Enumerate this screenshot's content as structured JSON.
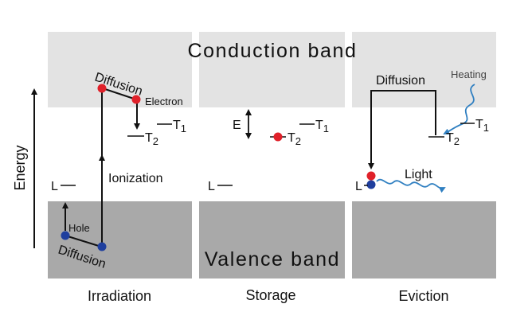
{
  "axis": {
    "label": "Energy"
  },
  "bands": {
    "conduction": "Conduction band",
    "valence": "Valence band"
  },
  "panels": {
    "irradiation": {
      "title": "Irradiation",
      "diffusion_top": "Diffusion",
      "diffusion_bottom": "Diffusion",
      "electron": "Electron",
      "hole": "Hole",
      "ionization": "Ionization",
      "level_L": "L",
      "level_T1": "T",
      "level_T1_sub": "1",
      "level_T2": "T",
      "level_T2_sub": "2"
    },
    "storage": {
      "title": "Storage",
      "energy_gap": "E",
      "level_L": "L",
      "level_T1": "T",
      "level_T1_sub": "1",
      "level_T2": "T",
      "level_T2_sub": "2"
    },
    "eviction": {
      "title": "Eviction",
      "diffusion": "Diffusion",
      "heating": "Heating",
      "light": "Light",
      "level_L": "L",
      "level_T1": "T",
      "level_T1_sub": "1",
      "level_T2": "T",
      "level_T2_sub": "2"
    }
  },
  "colors": {
    "conduction_band": "#e3e3e3",
    "valence_band": "#a9a9a9",
    "electron": "#e0212a",
    "hole": "#1f3f9e",
    "heating_light": "#2f7fc1"
  }
}
